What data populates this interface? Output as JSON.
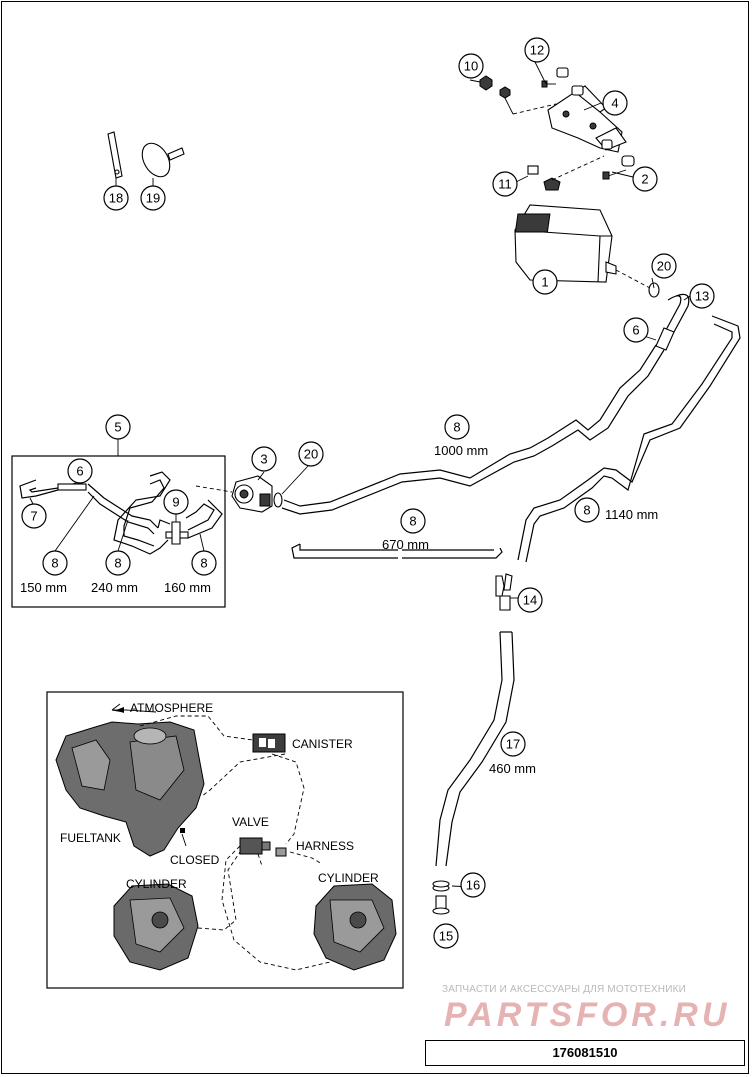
{
  "callouts": {
    "c1": "1",
    "c2": "2",
    "c3": "3",
    "c4": "4",
    "c5": "5",
    "c6a": "6",
    "c6b": "6",
    "c7": "7",
    "c8a": "8",
    "c8b": "8",
    "c8c": "8",
    "c8d": "8",
    "c8e": "8",
    "c8f": "8",
    "c9": "9",
    "c10": "10",
    "c11": "11",
    "c12": "12",
    "c13": "13",
    "c14": "14",
    "c15": "15",
    "c16": "16",
    "c17": "17",
    "c18": "18",
    "c19": "19",
    "c20a": "20",
    "c20b": "20"
  },
  "lengths": {
    "l1000": "1000 mm",
    "l1140": "1140 mm",
    "l670": "670 mm",
    "l460": "460 mm",
    "l150": "150 mm",
    "l240": "240 mm",
    "l160": "160 mm"
  },
  "schematic": {
    "atmosphere": "ATMOSPHERE",
    "canister": "CANISTER",
    "valve": "VALVE",
    "harness": "HARNESS",
    "fueltank": "FUELTANK",
    "closed": "CLOSED",
    "cylinder_left": "CYLINDER",
    "cylinder_right": "CYLINDER"
  },
  "watermark": {
    "line1": "ЗАПЧАСТИ И АКСЕССУАРЫ ДЛЯ МОТОТЕХНИКИ",
    "line2": "PARTSFOR.RU"
  },
  "part_number": "176081510"
}
